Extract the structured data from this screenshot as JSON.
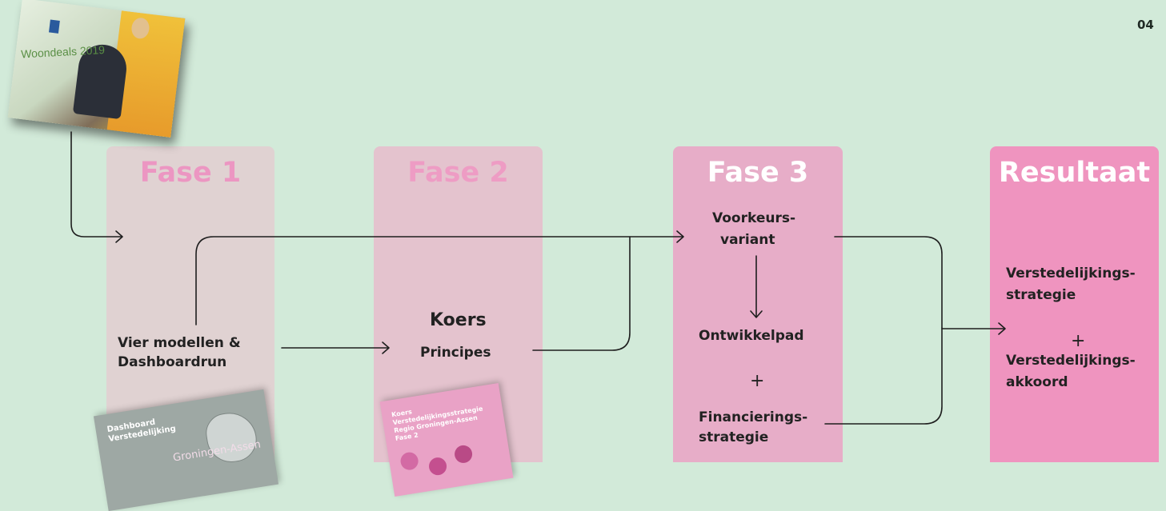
{
  "page_number": "04",
  "photo": {
    "caption": "Woondeals 2019"
  },
  "phases": [
    {
      "title": "Fase 1"
    },
    {
      "title": "Fase 2"
    },
    {
      "title": "Fase 3"
    },
    {
      "title": "Resultaat"
    }
  ],
  "fase1": {
    "label_line1": "Vier modellen &",
    "label_line2": "Dashboardrun"
  },
  "fase2": {
    "heading": "Koers",
    "label": "Principes"
  },
  "fase3": {
    "voorkeur_line1": "Voorkeurs-",
    "voorkeur_line2": "variant",
    "ontwikkelpad": "Ontwikkelpad",
    "plus": "+",
    "financiering_line1": "Financierings-",
    "financiering_line2": "strategie"
  },
  "resultaat": {
    "line1": "Verstedelijkings-",
    "line2": "strategie",
    "plus": "+",
    "line3": "Verstedelijkings-",
    "line4": "akkoord"
  },
  "report1": {
    "title_line1": "Dashboard",
    "title_line2": "Verstedelijking",
    "subtitle": "Groningen-Assen"
  },
  "report2": {
    "line1": "Koers",
    "line2": "Verstedelijkingsstrategie",
    "line3": "Regio Groningen-Assen",
    "line4": "Fase 2"
  }
}
